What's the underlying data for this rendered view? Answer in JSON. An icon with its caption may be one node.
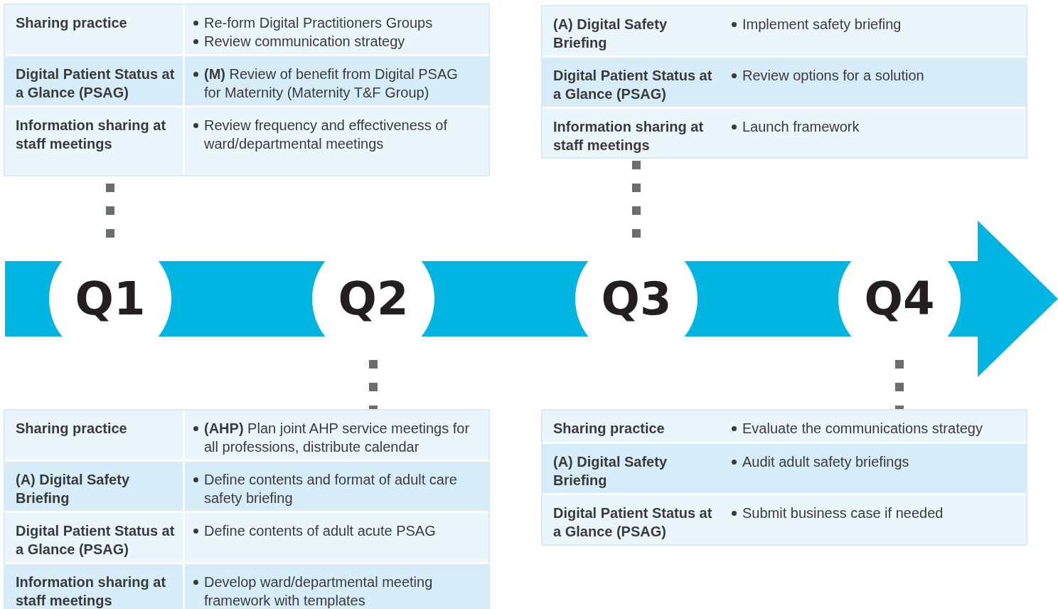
{
  "diagram": {
    "nodes": [
      {
        "text": [],
        "shape": "box"
      },
      {
        "text": [
          "Sharing practice",
          "Re-form Digital Practitioners Groups",
          "Review communication strategy"
        ],
        "in": 0
      },
      {
        "text": [
          "Digital Patient Status at a Glance (PSAG)",
          "**(M)** Review of benefit from Digital PSAG for Maternity (Maternity T&F Group)"
        ],
        "in": 0
      },
      {
        "text": [
          "Information sharing at staff meetings",
          "Review frequency and effectiveness of ward/departmental meetings"
        ],
        "in": 0
      },
      {
        "text": [],
        "shape": "box"
      },
      {
        "text": [
          "(A) Digital Safety Briefing",
          "Implement safety briefing"
        ],
        "in": 4
      },
      {
        "text": [
          "Digital Patient Status at a Glance (PSAG)",
          "Review options for a solution"
        ],
        "in": 4
      },
      {
        "text": [
          "Information sharing at staff meetings",
          "Launch framework"
        ],
        "in": 4
      },
      {
        "text": [
          "Q1"
        ]
      },
      {
        "text": [
          "Q2"
        ]
      },
      {
        "text": [
          "Q3"
        ]
      },
      {
        "text": [
          "Q4"
        ]
      },
      {
        "text": [],
        "shape": "box"
      },
      {
        "text": [
          "Sharing practice",
          "**(AHP)** Plan joint AHP service meetings for all professions, distribute calendar"
        ],
        "in": 12
      },
      {
        "text": [
          "(A) Digital Safety Briefing",
          "Define contents and format of adult care safety briefing"
        ],
        "in": 12
      },
      {
        "text": [
          "Digital Patient Status at a Glance (PSAG)",
          "Define contents of adult acute PSAG"
        ],
        "in": 12
      },
      {
        "text": [
          "Information sharing at staff meetings",
          "Develop ward/departmental meeting framework with templates"
        ],
        "in": 12
      },
      {
        "text": [],
        "shape": "box"
      },
      {
        "text": [
          "Sharing practice",
          "Evaluate the communications strategy"
        ],
        "in": 17
      },
      {
        "text": [
          "(A) Digital Safety Briefing",
          "Audit adult safety briefings"
        ],
        "in": 17
      },
      {
        "text": [
          "Digital Patient Status at a Glance (PSAG)",
          "Submit business case if needed"
        ],
        "in": 17
      }
    ],
    "edges": [
      {
        "from": 8,
        "to": 0,
        "arrow": "none",
        "style": "dashed"
      },
      {
        "from": 10,
        "to": 4,
        "arrow": "none",
        "style": "dashed"
      },
      {
        "from": 9,
        "to": 12,
        "arrow": "none",
        "style": "dashed"
      },
      {
        "from": 11,
        "to": 17,
        "arrow": "none",
        "style": "dashed"
      }
    ]
  }
}
